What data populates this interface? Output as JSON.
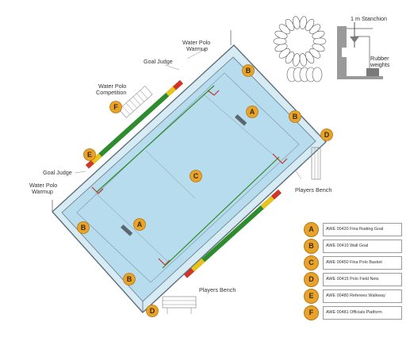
{
  "labels": {
    "water_polo_warmup_top": [
      "Water Polo",
      "Warmup"
    ],
    "goal_judge_top": "Goal Judge",
    "water_polo_competition": [
      "Water Polo",
      "Competition"
    ],
    "goal_judge_left": "Goal Judge",
    "water_polo_warmup_left": [
      "Water Polo",
      "Warmup"
    ],
    "players_bench_right": "Players Bench",
    "players_bench_bottom": "Players Bench",
    "stanchion": "1 m Stanchion",
    "rubber_weights": [
      "Rubber",
      "weights"
    ]
  },
  "markers": {
    "a": "A",
    "b": "B",
    "c": "C",
    "d": "D",
    "e": "E",
    "f": "F"
  },
  "legend": [
    {
      "code": "A",
      "text": "AWE 00420 Fina floating Goal"
    },
    {
      "code": "B",
      "text": "AWE 00410 Wall Goal"
    },
    {
      "code": "C",
      "text": "AWE 00450 Fina Polo Basket"
    },
    {
      "code": "D",
      "text": "AWE 00415 Polo Field Nets"
    },
    {
      "code": "E",
      "text": "AWE 00480 Referees Walkway"
    },
    {
      "code": "F",
      "text": "AWE 00481 Officials Platform"
    }
  ],
  "colors": {
    "pool_water": "#b7dcee",
    "pool_deck": "#d6ebf4",
    "pool_outline": "#5f6f7a",
    "marker_fill": "#e9a22a",
    "walkway_green": "#2e8b2e",
    "walkway_red": "#d2332b",
    "walkway_yellow": "#e9c21a",
    "field_line": "#c0392b"
  }
}
